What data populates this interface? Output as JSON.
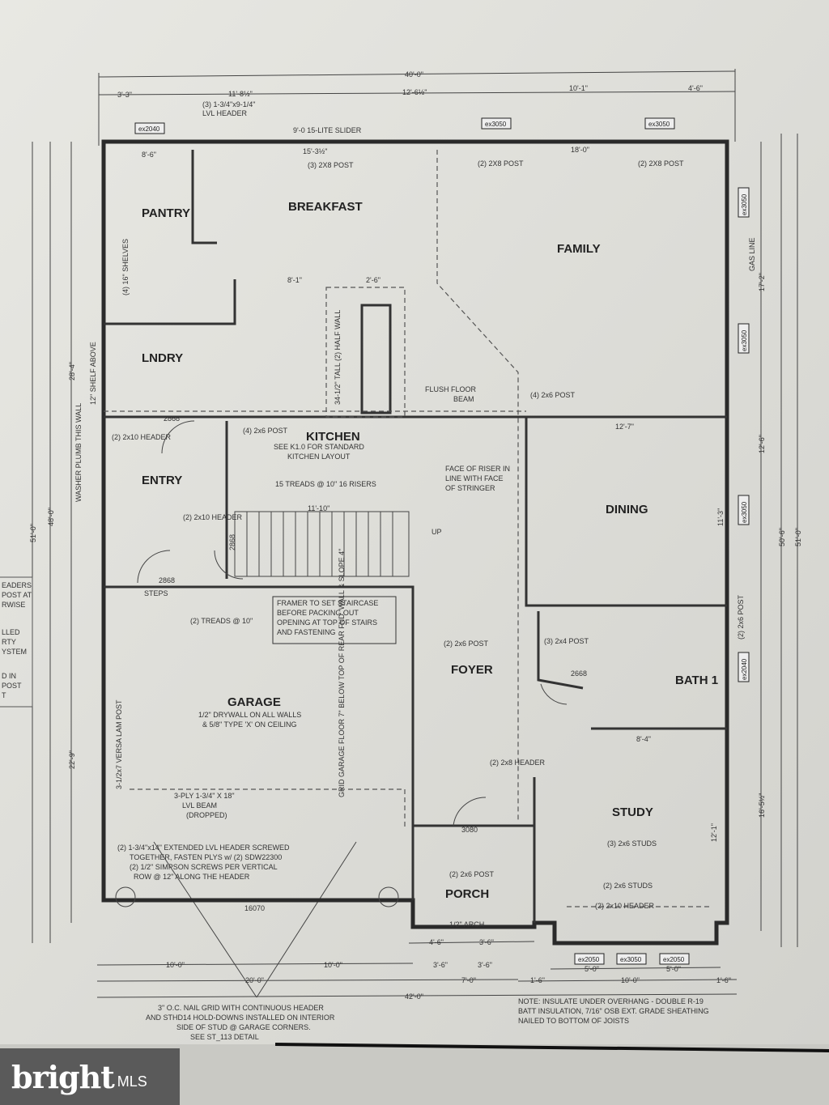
{
  "rooms": {
    "pantry": "PANTRY",
    "breakfast": "BREAKFAST",
    "family": "FAMILY",
    "laundry": "LNDRY",
    "kitchen": "KITCHEN",
    "entry": "ENTRY",
    "dining": "DINING",
    "garage": "GARAGE",
    "foyer": "FOYER",
    "bath": "BATH 1",
    "study": "STUDY",
    "porch": "PORCH"
  },
  "windows": {
    "top1": "ex2040",
    "top2": "ex3050",
    "top3": "ex3050",
    "right1": "ex3050",
    "right2": "ex3050",
    "right3": "ex3050",
    "right4": "ex2040",
    "bottom1": "ex2050",
    "bottom2": "ex3050",
    "bottom3": "ex2050"
  },
  "dimensions": {
    "top_total": "40'-0\"",
    "top_a": "3'-3\"",
    "top_b": "11'-8½\"",
    "top_c": "12'-6½\"",
    "top_d": "10'-1\"",
    "top_e": "4'-6\"",
    "pantry_w": "8'-6\"",
    "breakfast_w": "15'-3½\"",
    "family_w": "18'-0\"",
    "left_total": "51'-0\"",
    "left_b": "48'-0\"",
    "left_upper": "28'-4\"",
    "left_lower": "22'-9\"",
    "right_total": "51'-0\"",
    "right_b": "50'-6\"",
    "right_family": "17'-2\"",
    "right_dining": "12'-6\"",
    "right_study": "16'-5½\"",
    "kitchen_a": "8'-1\"",
    "kitchen_b": "2'-6\"",
    "dining_w": "12'-7\"",
    "dining_h": "11'-3\"",
    "stairs_w": "11'-10\"",
    "garage_door": "16070",
    "study_w": "8'-4\"",
    "study_h": "12'-1\"",
    "bot_a": "10'-0\"",
    "bot_b": "10'-0\"",
    "bot_c": "20'-0\"",
    "bot_total": "42'-0\"",
    "bot_d": "4'-6\"",
    "bot_e": "3'-6\"",
    "bot_f": "3'-6\"",
    "bot_g": "3'-6\"",
    "bot_h": "7'-0\"",
    "bot_i": "5'-0\"",
    "bot_j": "5'-0\"",
    "bot_k": "10'-0\"",
    "bot_l": "1'-6\"",
    "bot_m": "1'-6\""
  },
  "notes": {
    "lvl_header": "(3) 1-3/4\"x9-1/4\"",
    "lvl_header2": "LVL HEADER",
    "slider": "9'-0 15-LITE SLIDER",
    "post1": "(3) 2X8 POST",
    "post2": "(2) 2X8 POST",
    "post3": "(2) 2X8 POST",
    "shelves": "(4) 16\" SHELVES",
    "half_wall": "34-1/2\" TALL (2) HALF WALL",
    "flush_beam_1": "FLUSH FLOOR",
    "flush_beam_2": "BEAM",
    "post_4_2x6": "(4) 2x6 POST",
    "post_4_2x6_b": "(4) 2x6 POST",
    "kitchen_note_1": "SEE K1.0 FOR STANDARD",
    "kitchen_note_2": "KITCHEN LAYOUT",
    "treads": "15 TREADS @ 10\"  16 RISERS",
    "riser_1": "FACE OF RISER IN",
    "riser_2": "LINE WITH FACE",
    "riser_3": "OF STRINGER",
    "header_2x10_a": "(2) 2x10 HEADER",
    "header_2x10_b": "(2) 2x10 HEADER",
    "washer": "WASHER PLUMB THIS WALL",
    "shelf_above": "12\" SHELF ABOVE",
    "stairs_label": "UP",
    "steps": "STEPS",
    "treads_2": "(2) TREADS @ 10\"",
    "framer_1": "FRAMER TO SET STAIRCASE",
    "framer_2": "BEFORE PACKING OUT",
    "framer_3": "OPENING AT TOP OF STAIRS",
    "framer_4": "AND FASTENING",
    "post_2x6_a": "(2) 2x6 POST",
    "post_2x4": "(3) 2x4 POST",
    "post_2x6_b": "(2) 2x6 POST",
    "door_2868_a": "2868",
    "door_2868_b": "2868",
    "door_2868_c": "2868",
    "door_2668": "2668",
    "door_3080": "3080",
    "garage_1": "1/2\" DRYWALL ON ALL WALLS",
    "garage_2": "& 5/8\" TYPE 'X' ON CEILING",
    "garage_floor": "GRID GARAGE FLOOR 7\" BELOW TOP OF REAR FND. WALL & SLOPE 4\"",
    "lam_post": "3-1/2x7 VERSA LAM POST",
    "beam_1": "3-PLY 1-3/4\" X 18\"",
    "beam_2": "LVL BEAM",
    "beam_3": "(DROPPED)",
    "ext_1": "(2) 1-3/4\"x14\" EXTENDED LVL HEADER SCREWED",
    "ext_2": "TOGETHER, FASTEN PLYS w/ (2) SDW22300",
    "ext_3": "(2) 1/2\" SIMPSON SCREWS PER VERTICAL",
    "ext_4": "ROW @ 12\" ALONG THE HEADER",
    "header_2x8": "(2) 2x8 HEADER",
    "studs_1": "(3) 2x6 STUDS",
    "studs_2": "(2) 2x6 STUDS",
    "study_header": "(2) 2x10 HEADER",
    "porch_post": "(2) 2x6 POST",
    "porch_arch": "1/2\" ARCH",
    "gas_line": "GAS LINE",
    "nail_1": "3\" O.C. NAIL GRID WITH CONTINUOUS HEADER",
    "nail_2": "AND STHD14 HOLD-DOWNS INSTALLED ON INTERIOR",
    "nail_3": "SIDE OF STUD @ GARAGE CORNERS.",
    "nail_4": "SEE ST_113 DETAIL",
    "insulate_1": "NOTE: INSULATE UNDER OVERHANG - DOUBLE R-19",
    "insulate_2": "BATT INSULATION, 7/16\" OSB EXT. GRADE SHEATHING",
    "insulate_3": "NAILED TO BOTTOM OF JOISTS",
    "margin_1a": "EADERS",
    "margin_1b": "POST AT",
    "margin_1c": "RWISE",
    "margin_2a": "LLED",
    "margin_2b": "RTY",
    "margin_2c": "YSTEM",
    "margin_3a": "D IN",
    "margin_3b": "POST",
    "margin_3c": "T"
  },
  "watermark": {
    "brand": "bright",
    "suffix": "MLS"
  },
  "colors": {
    "paper": "#e4e4df",
    "ink": "#2a2a2a",
    "logo_bg": "#5a5a5a"
  }
}
